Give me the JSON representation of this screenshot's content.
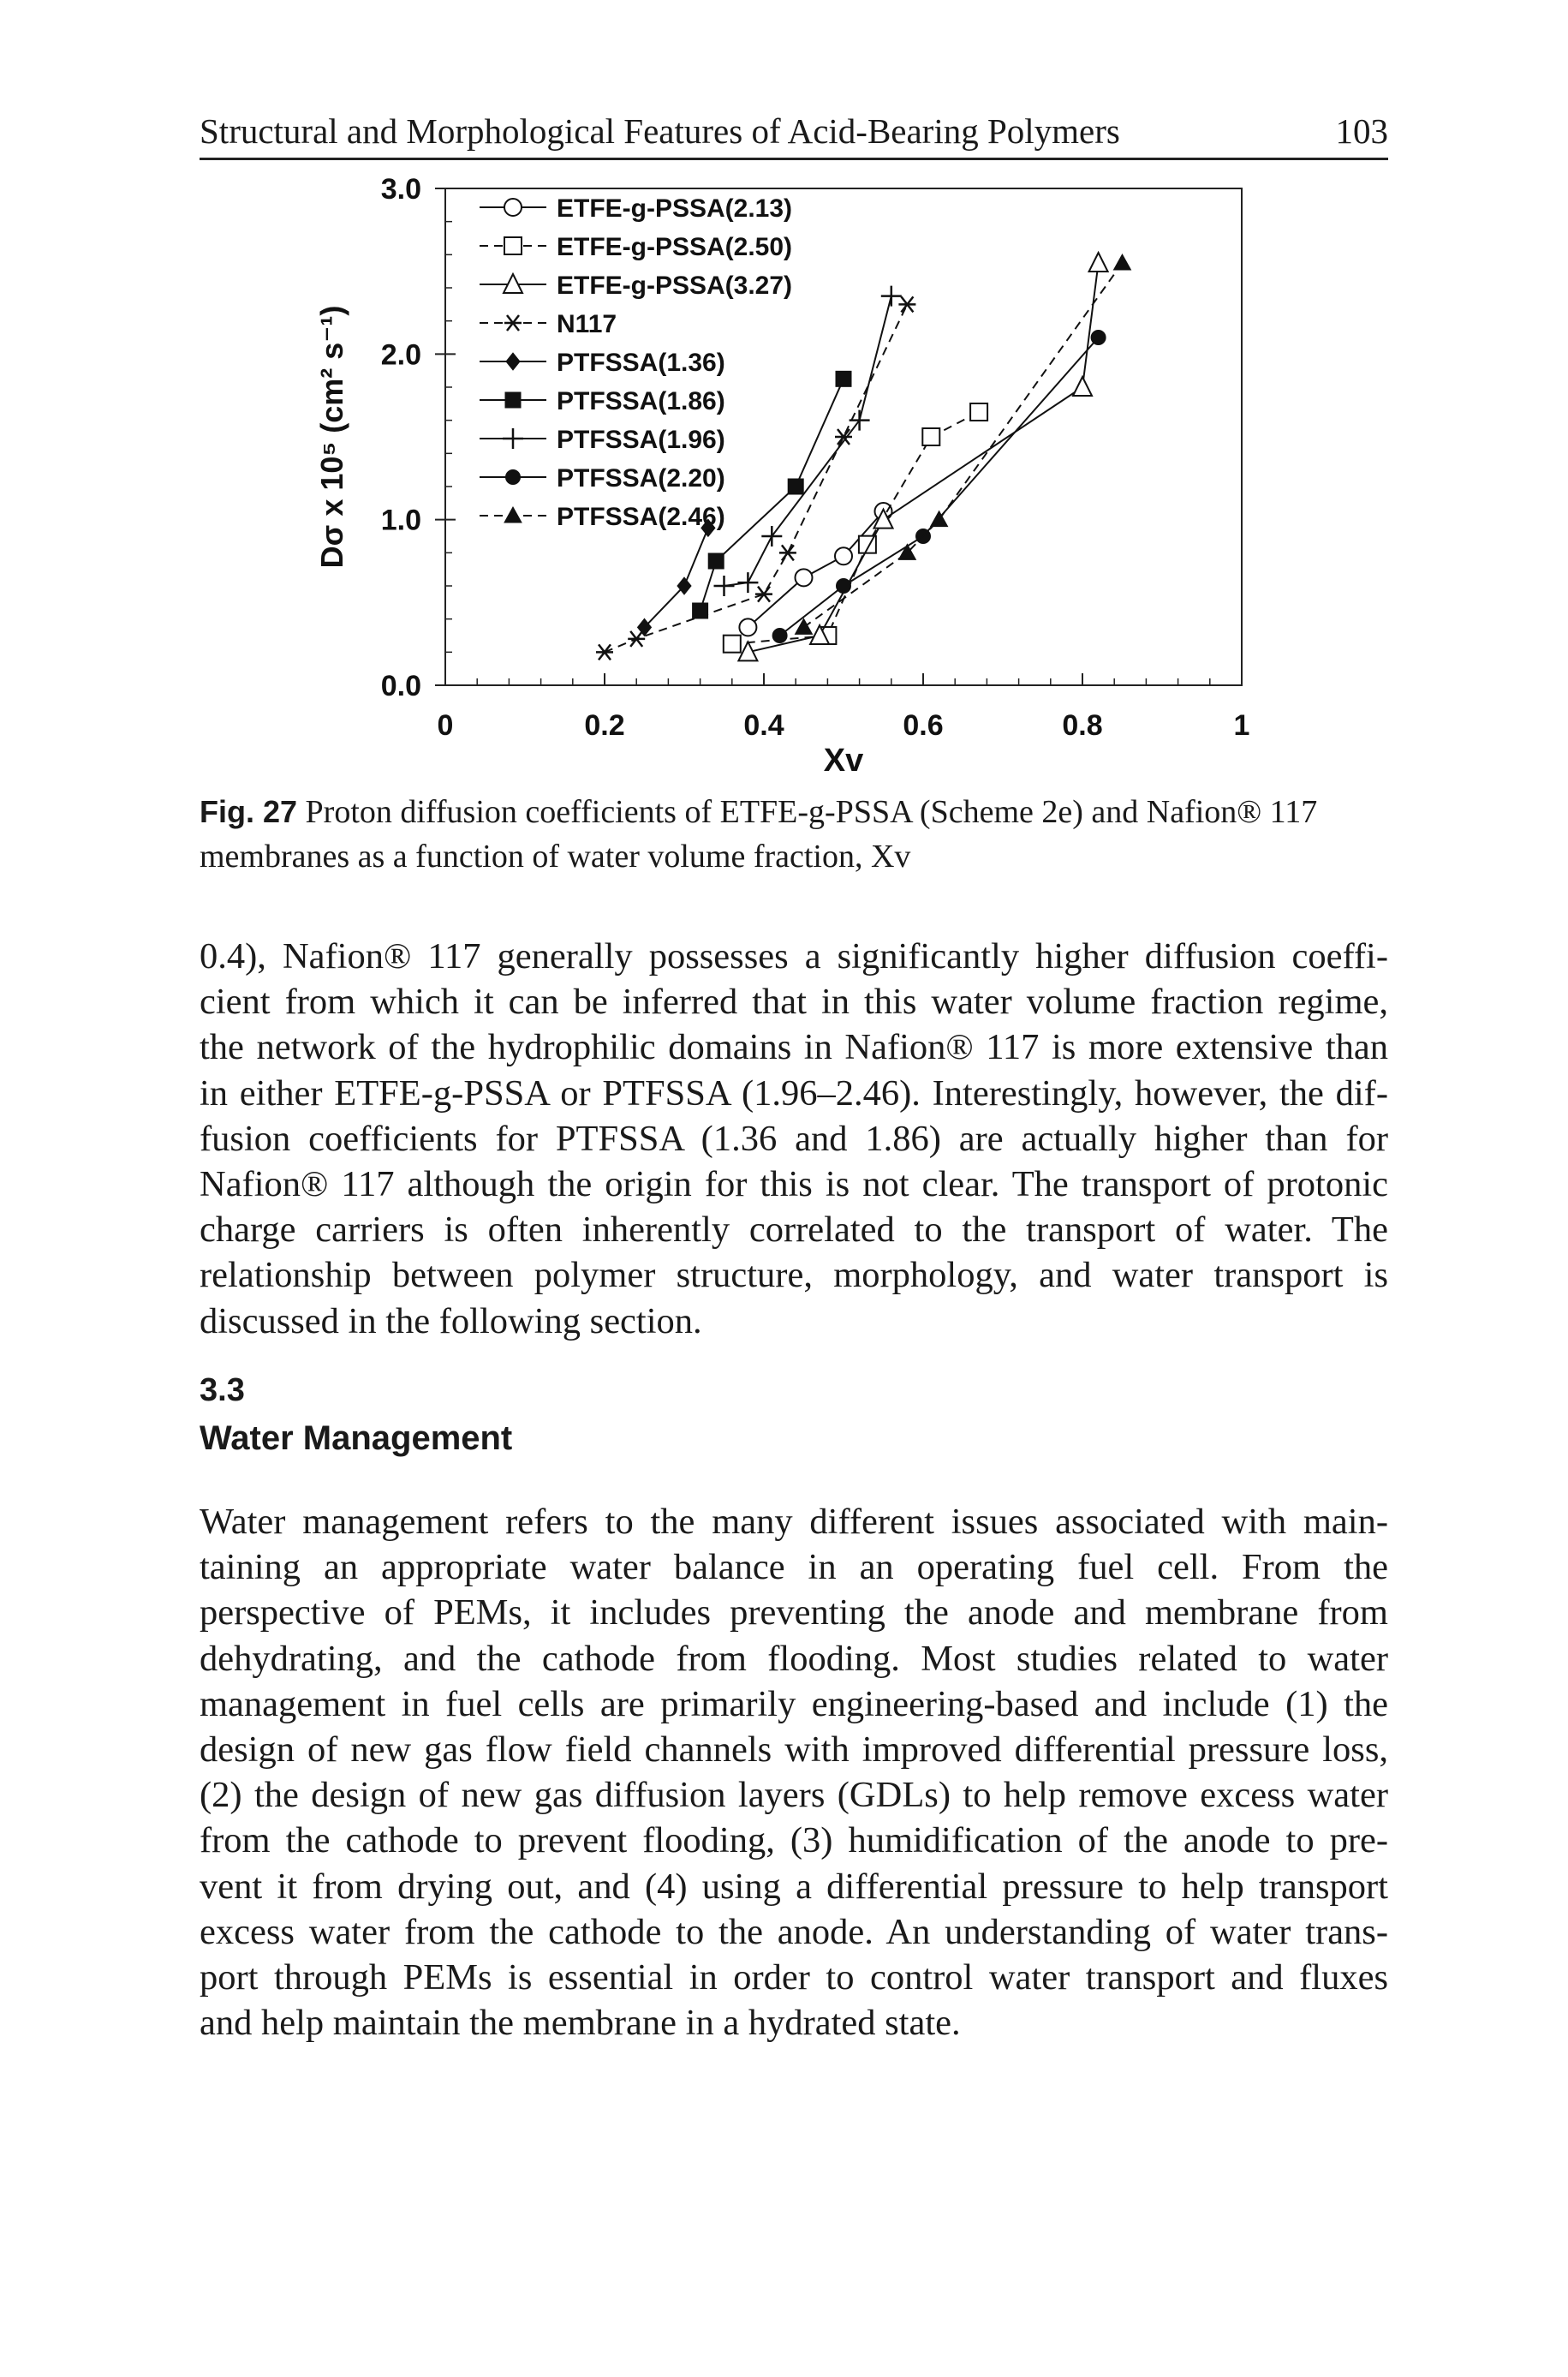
{
  "header": {
    "title": "Structural and Morphological Features of Acid-Bearing Polymers",
    "page_number": "103"
  },
  "figure": {
    "label": "Fig. 27",
    "caption": "Proton diffusion coefficients of ETFE-g-PSSA (Scheme 2e) and Nafion® 117 membranes as a function of water volume fraction, Xv"
  },
  "chart_data": {
    "type": "scatter",
    "xlabel": "Xv",
    "ylabel": "Dσ x 10⁵ (cm² s⁻¹)",
    "xlim": [
      0,
      1
    ],
    "ylim": [
      0,
      3
    ],
    "x_ticks": [
      "0",
      "0.2",
      "0.4",
      "0.6",
      "0.8",
      "1"
    ],
    "y_ticks": [
      "0.0",
      "1.0",
      "2.0",
      "3.0"
    ],
    "legend_position": "top-left",
    "series": [
      {
        "name": "ETFE-g-PSSA(2.13)",
        "marker": "circle-open",
        "line": "solid",
        "x": [
          0.38,
          0.45,
          0.5,
          0.55
        ],
        "y": [
          0.35,
          0.65,
          0.78,
          1.05
        ]
      },
      {
        "name": "ETFE-g-PSSA(2.50)",
        "marker": "square-open",
        "line": "dash",
        "x": [
          0.36,
          0.48,
          0.53,
          0.61,
          0.67
        ],
        "y": [
          0.25,
          0.3,
          0.85,
          1.5,
          1.65
        ]
      },
      {
        "name": "ETFE-g-PSSA(3.27)",
        "marker": "triangle-open",
        "line": "solid",
        "x": [
          0.38,
          0.47,
          0.55,
          0.8,
          0.82
        ],
        "y": [
          0.2,
          0.3,
          1.0,
          1.8,
          2.55
        ]
      },
      {
        "name": "N117",
        "marker": "star",
        "line": "dash",
        "x": [
          0.2,
          0.24,
          0.4,
          0.43,
          0.5,
          0.58
        ],
        "y": [
          0.2,
          0.28,
          0.55,
          0.8,
          1.5,
          2.3
        ]
      },
      {
        "name": "PTFSSA(1.36)",
        "marker": "diamond",
        "line": "solid",
        "x": [
          0.25,
          0.3,
          0.33
        ],
        "y": [
          0.35,
          0.6,
          0.95
        ]
      },
      {
        "name": "PTFSSA(1.86)",
        "marker": "square-filled",
        "line": "solid",
        "x": [
          0.32,
          0.34,
          0.44,
          0.5
        ],
        "y": [
          0.45,
          0.75,
          1.2,
          1.85
        ]
      },
      {
        "name": "PTFSSA(1.96)",
        "marker": "plus",
        "line": "solid",
        "x": [
          0.35,
          0.38,
          0.41,
          0.52,
          0.56
        ],
        "y": [
          0.6,
          0.62,
          0.9,
          1.6,
          2.35
        ]
      },
      {
        "name": "PTFSSA(2.20)",
        "marker": "circle-filled",
        "line": "solid",
        "x": [
          0.42,
          0.5,
          0.6,
          0.82
        ],
        "y": [
          0.3,
          0.6,
          0.9,
          2.1
        ]
      },
      {
        "name": "PTFSSA(2.46)",
        "marker": "triangle-filled",
        "line": "dash",
        "x": [
          0.45,
          0.58,
          0.62,
          0.85
        ],
        "y": [
          0.35,
          0.8,
          1.0,
          2.55
        ]
      }
    ]
  },
  "body": {
    "paragraph1": [
      "0.4), Nafion® 117 generally possesses a significantly higher diffusion coeffi-",
      "cient from which it can be inferred that in this water volume fraction regime,",
      "the network of the hydrophilic domains in Nafion® 117 is more extensive than",
      "in either ETFE-g-PSSA or PTFSSA (1.96–2.46). Interestingly, however, the dif-",
      "fusion coefficients for PTFSSA (1.36 and 1.86) are actually higher than for",
      "Nafion® 117 although the origin for this is not clear. The transport of protonic",
      "charge carriers is often inherently correlated to the transport of water. The",
      "relationship between polymer structure, morphology, and water transport is",
      "discussed in the following section."
    ],
    "section_number": "3.3",
    "section_title": "Water Management",
    "paragraph2": [
      "Water management refers to the many different issues associated with main-",
      "taining an appropriate water balance in an operating fuel cell. From the",
      "perspective of PEMs, it includes preventing the anode and membrane from",
      "dehydrating, and the cathode from flooding. Most studies related to water",
      "management in fuel cells are primarily engineering-based and include (1) the",
      "design of new gas flow field channels with improved differential pressure loss,",
      "(2) the design of new gas diffusion layers (GDLs) to help remove excess water",
      "from the cathode to prevent flooding, (3) humidification of the anode to pre-",
      "vent it from drying out, and (4) using a differential pressure to help transport",
      "excess water from the cathode to the anode. An understanding of water trans-",
      "port through PEMs is essential in order to control water transport and fluxes",
      "and help maintain the membrane in a hydrated state."
    ]
  }
}
